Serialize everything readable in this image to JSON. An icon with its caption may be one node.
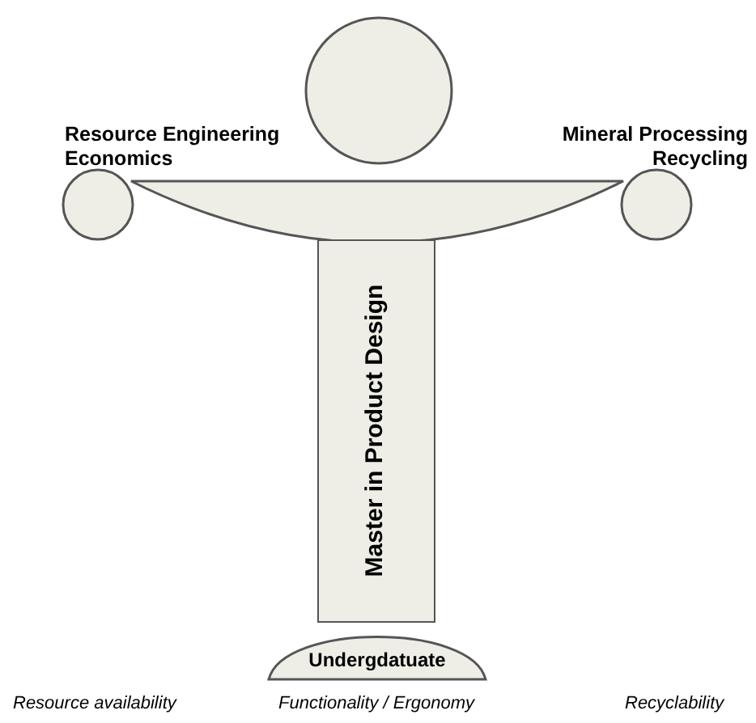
{
  "diagram": {
    "nodes": [
      {
        "text": [],
        "shape": "circle"
      },
      {
        "text": [],
        "shape": "circle",
        "beside": [
          "Resource Engineering Economics"
        ]
      },
      {
        "text": [],
        "shape": "circle",
        "beside": [
          "Mineral Processing Recycling"
        ]
      },
      {
        "text": [],
        "shape": "bar"
      },
      {
        "text": [
          "Master in Product Design"
        ]
      },
      {
        "text": [
          "Undergdatuate"
        ]
      }
    ],
    "labels": [
      "Resource availability",
      "Functionality / Ergonomy",
      "Recyclability"
    ]
  }
}
